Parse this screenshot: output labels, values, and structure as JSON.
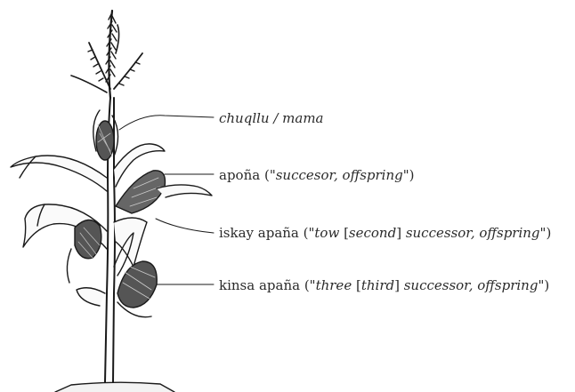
{
  "labels": {
    "top": {
      "italic": "chuqllu / mama"
    },
    "second": {
      "prefix": "apoña (",
      "italic": "\"succesor, offspring\"",
      "suffix": ")"
    },
    "third": {
      "prefix": "iskay apaña (\"",
      "italic1": "tow",
      "mid1": " [",
      "italic2": "second",
      "mid2": "] ",
      "italic3": "successor, offspring",
      "suffix": "\")"
    },
    "fourth": {
      "prefix": "kinsa apaña (\"",
      "italic1": "three",
      "mid1": " [",
      "italic2": "third",
      "mid2": "] ",
      "italic3": "successor, offspring",
      "suffix": "\")"
    }
  }
}
